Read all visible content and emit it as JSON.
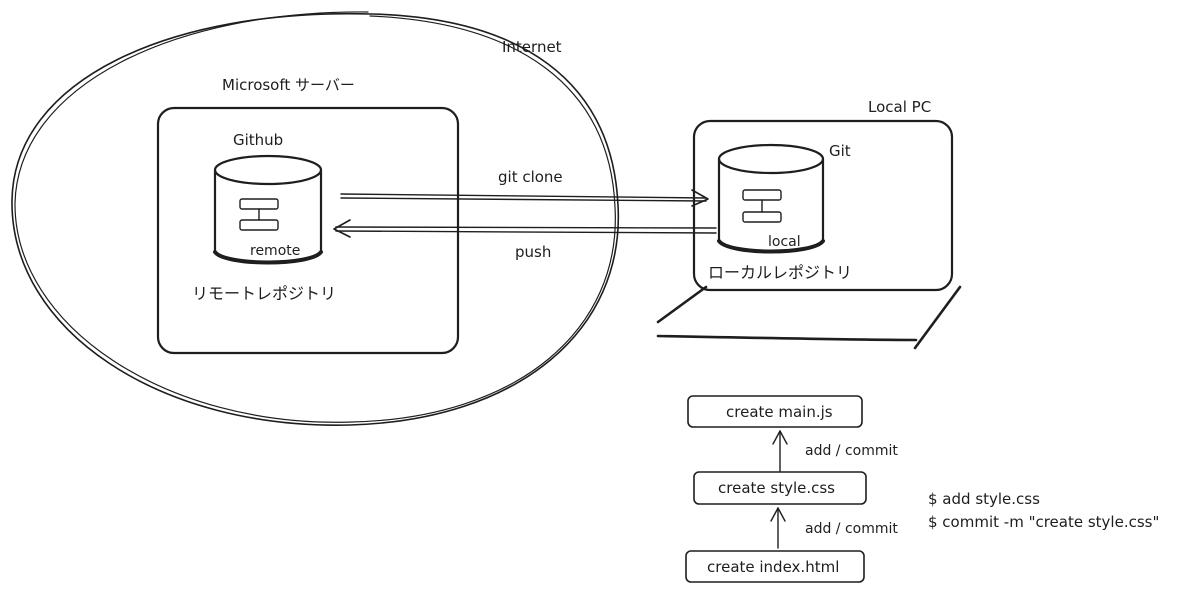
{
  "labels": {
    "internet": "Internet",
    "microsoft_server": "Microsoft サーバー",
    "github": "Github",
    "remote": "remote",
    "remote_repo": "リモートレポジトリ",
    "local_pc": "Local PC",
    "git": "Git",
    "local": "local",
    "local_repo": "ローカルレポジトリ",
    "git_clone": "git clone",
    "push": "push"
  },
  "commits": {
    "top": "create main.js",
    "middle": "create style.css",
    "bottom": "create index.html",
    "arrow_upper": "add / commit",
    "arrow_lower": "add / commit"
  },
  "commands": {
    "line1": "$ add style.css",
    "line2": "$ commit -m \"create style.css\""
  }
}
